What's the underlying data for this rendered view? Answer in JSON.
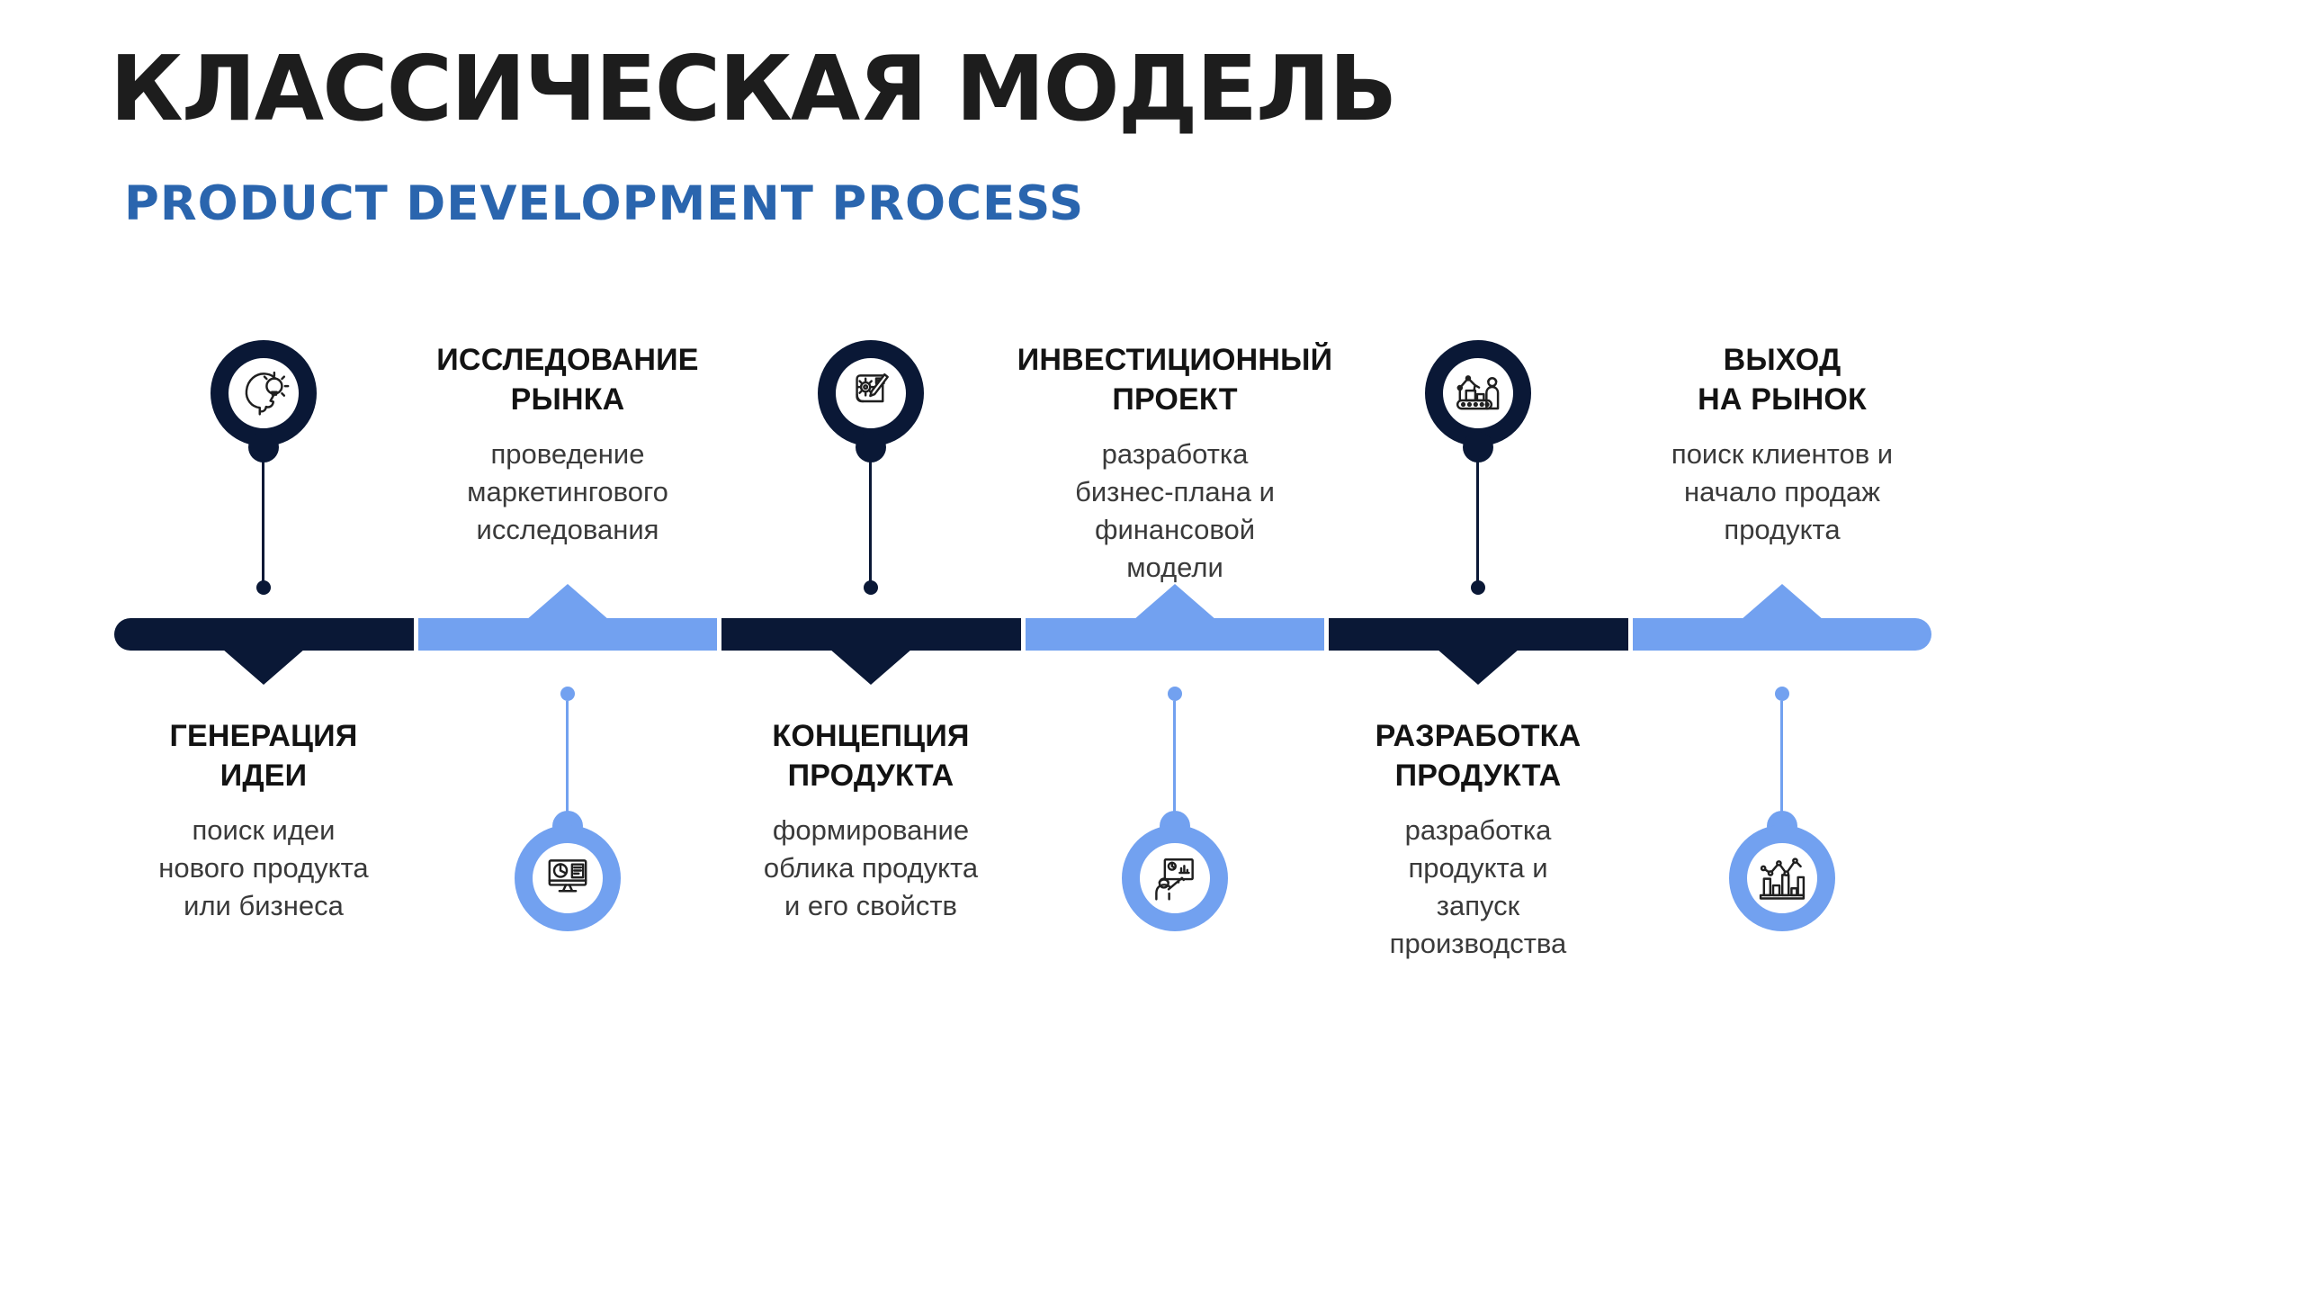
{
  "header": {
    "title": "КЛАССИЧЕСКАЯ МОДЕЛЬ",
    "subtitle": "PRODUCT DEVELOPMENT PROCESS"
  },
  "colors": {
    "dark_navy": "#0A1836",
    "light_blue": "#72A1F0",
    "subtitle_blue": "#2A65AE",
    "title_black": "#1D1D1D",
    "body_text": "#3A3A3A"
  },
  "stages": [
    {
      "id": 1,
      "position": "below-bar-text",
      "accent": "dark",
      "icon": "idea-head-bulb-icon",
      "title": "ГЕНЕРАЦИЯ\nИДЕИ",
      "description": "поиск идеи\nнового продукта\nили бизнеса"
    },
    {
      "id": 2,
      "position": "above-bar-text",
      "accent": "light",
      "icon": "market-research-monitor-icon",
      "title": "ИССЛЕДОВАНИЕ\nРЫНКА",
      "description": "проведение\nмаркетингового\nисследования"
    },
    {
      "id": 3,
      "position": "below-bar-text",
      "accent": "dark",
      "icon": "product-design-blueprint-icon",
      "title": "КОНЦЕПЦИЯ\nПРОДУКТА",
      "description": "формирование\nоблика продукта\nи его свойств"
    },
    {
      "id": 4,
      "position": "above-bar-text",
      "accent": "light",
      "icon": "investment-presentation-icon",
      "title": "ИНВЕСТИЦИОННЫЙ\nПРОЕКТ",
      "description": "разработка\nбизнес-плана и\nфинансовой\nмодели"
    },
    {
      "id": 5,
      "position": "below-bar-text",
      "accent": "dark",
      "icon": "production-line-icon",
      "title": "РАЗРАБОТКА\nПРОДУКТА",
      "description": "разработка\nпродукта и\nзапуск\nпроизводства"
    },
    {
      "id": 6,
      "position": "above-bar-text",
      "accent": "light",
      "icon": "market-launch-chart-icon",
      "title": "ВЫХОД\nНА РЫНОК",
      "description": "поиск клиентов и\nначало продаж\nпродукта"
    }
  ]
}
